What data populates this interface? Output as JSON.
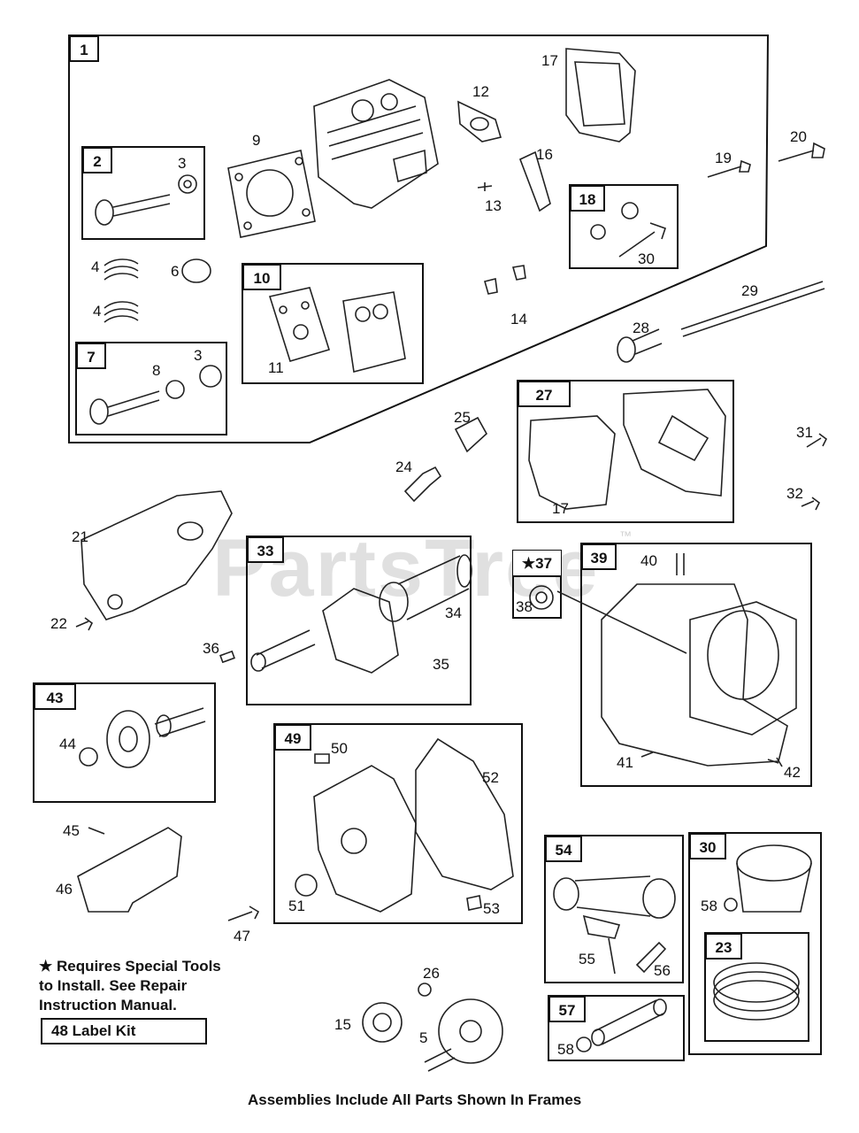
{
  "diagram": {
    "frames": [
      {
        "id": "frame-1",
        "tag": "1"
      },
      {
        "id": "frame-2",
        "tag": "2"
      },
      {
        "id": "frame-7",
        "tag": "7"
      },
      {
        "id": "frame-10",
        "tag": "10"
      },
      {
        "id": "frame-18",
        "tag": "18"
      },
      {
        "id": "frame-27",
        "tag": "27"
      },
      {
        "id": "frame-33",
        "tag": "33"
      },
      {
        "id": "frame-37",
        "tag": "★37"
      },
      {
        "id": "frame-39",
        "tag": "39"
      },
      {
        "id": "frame-43",
        "tag": "43"
      },
      {
        "id": "frame-49",
        "tag": "49"
      },
      {
        "id": "frame-54",
        "tag": "54"
      },
      {
        "id": "frame-30",
        "tag": "30"
      },
      {
        "id": "frame-23",
        "tag": "23"
      },
      {
        "id": "frame-57",
        "tag": "57"
      }
    ],
    "callouts": [
      "3",
      "9",
      "12",
      "17",
      "16",
      "13",
      "19",
      "20",
      "30",
      "4",
      "6",
      "4",
      "11",
      "14",
      "29",
      "28",
      "8",
      "3",
      "25",
      "31",
      "24",
      "17",
      "32",
      "21",
      "34",
      "35",
      "38",
      "40",
      "22",
      "36",
      "44",
      "50",
      "52",
      "41",
      "42",
      "45",
      "46",
      "51",
      "53",
      "58",
      "47",
      "26",
      "55",
      "56",
      "15",
      "5",
      "58"
    ],
    "special_note": "★ Requires Special Tools\nto Install. See Repair\nInstruction Manual.",
    "label_kit": "48  Label Kit",
    "footer": "Assemblies Include All Parts Shown In Frames",
    "watermark": "PartsTree",
    "watermark_tm": "™"
  }
}
